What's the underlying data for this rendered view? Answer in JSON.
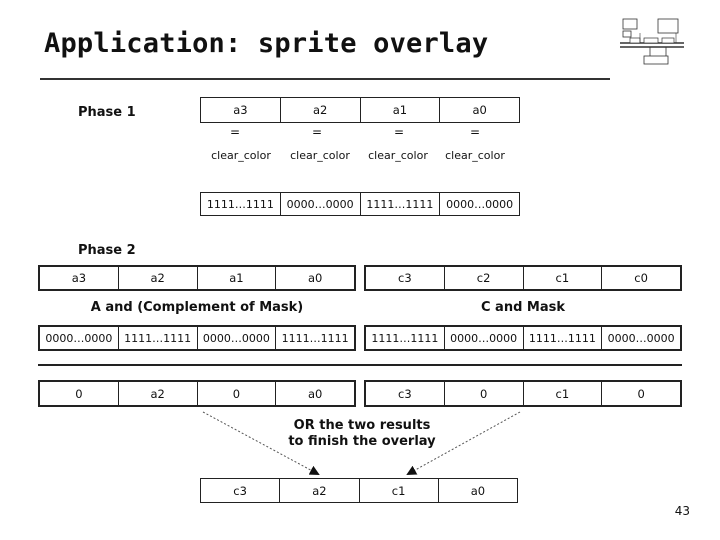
{
  "title": "Application: sprite overlay",
  "page_number": "43",
  "phase1": {
    "label": "Phase 1",
    "row": [
      "a3",
      "a2",
      "a1",
      "a0"
    ],
    "equals": [
      "=",
      "=",
      "=",
      "="
    ],
    "compare": [
      "clear_color",
      "clear_color",
      "clear_color",
      "clear_color"
    ],
    "mask": [
      "1111…1111",
      "0000…0000",
      "1111…1111",
      "0000…0000"
    ]
  },
  "phase2": {
    "label": "Phase 2",
    "a_row": [
      "a3",
      "a2",
      "a1",
      "a0"
    ],
    "c_row": [
      "c3",
      "c2",
      "c1",
      "c0"
    ],
    "a_caption": "A and (Complement of Mask)",
    "c_caption": "C and Mask",
    "a_mask": [
      "0000…0000",
      "1111…1111",
      "0000…0000",
      "1111…1111"
    ],
    "c_mask": [
      "1111…1111",
      "0000…0000",
      "1111…1111",
      "0000…0000"
    ],
    "a_result": [
      "0",
      "a2",
      "0",
      "a0"
    ],
    "c_result": [
      "c3",
      "0",
      "c1",
      "0"
    ],
    "or_caption_line1": "OR the two results",
    "or_caption_line2": "to finish the overlay",
    "final": [
      "c3",
      "a2",
      "c1",
      "a0"
    ]
  }
}
